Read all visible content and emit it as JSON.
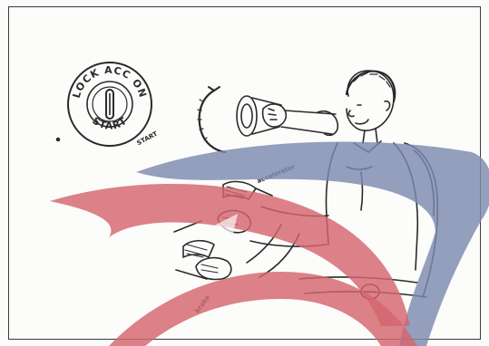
{
  "illustration": {
    "seal_text_top": "LOCK ACC ON",
    "seal_text_bottom": "START",
    "annotation_start": "START",
    "annotation_accelerator": "accelerator",
    "annotation_brake": "brake",
    "colors": {
      "ink": "#2a2a2a",
      "watermark_red": "#d3656e",
      "watermark_blue": "#7d8ab0"
    },
    "icon": "ignition-switch-icon"
  }
}
